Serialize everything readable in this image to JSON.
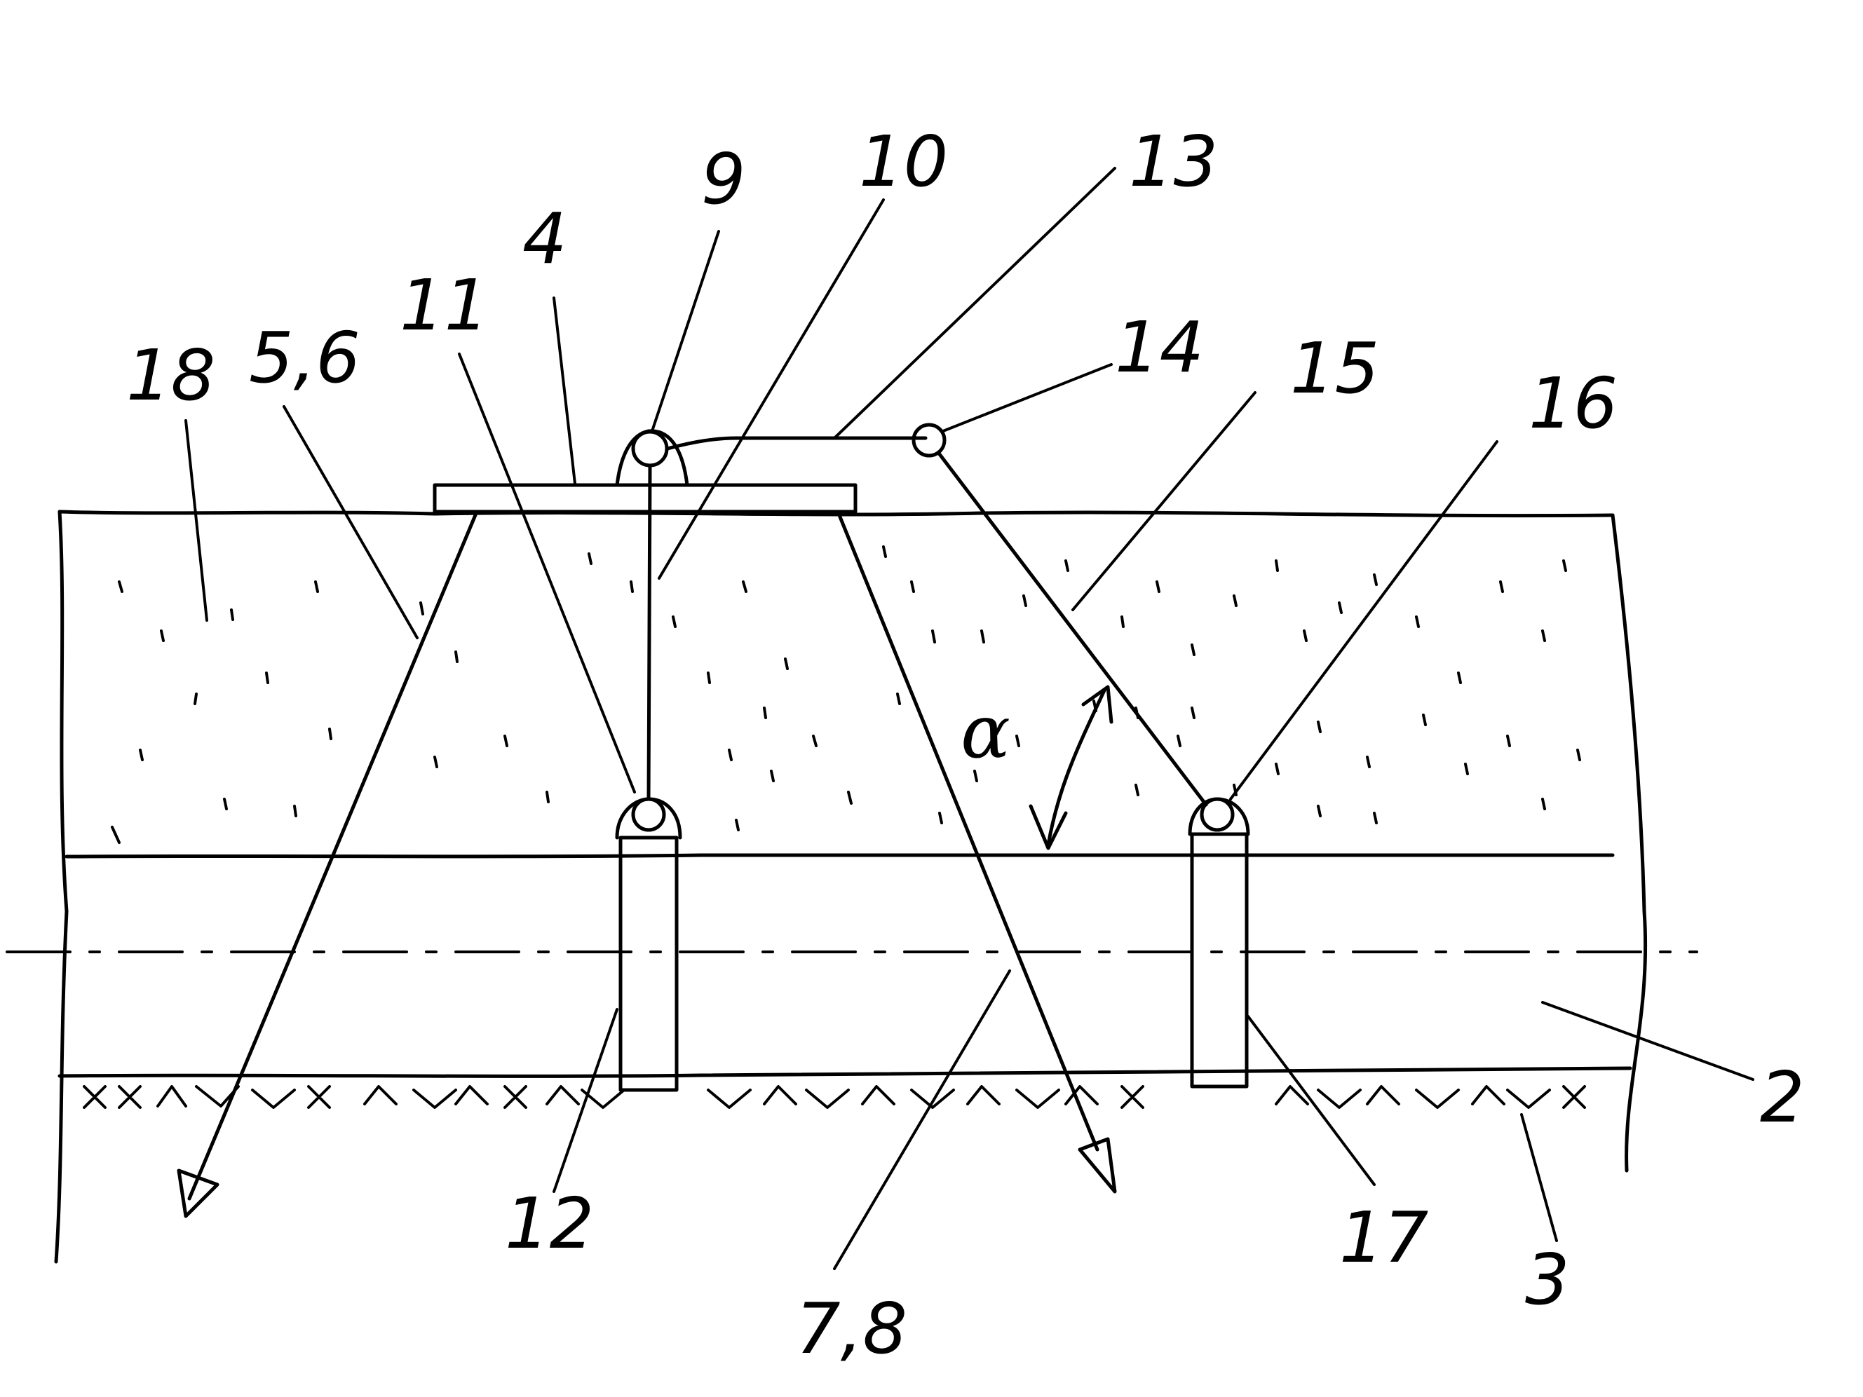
{
  "labels": {
    "l18": "18",
    "l56": "5,6",
    "l11": "11",
    "l4": "4",
    "l9": "9",
    "l10": "10",
    "l13": "13",
    "l14": "14",
    "l15": "15",
    "l16": "16",
    "l2": "2",
    "l3": "3",
    "l12": "12",
    "l78": "7,8",
    "l17": "17",
    "alpha": "α"
  }
}
